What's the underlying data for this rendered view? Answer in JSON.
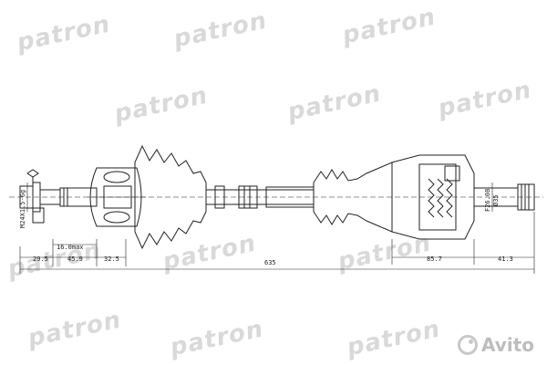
{
  "watermark": {
    "brand": "patron"
  },
  "drawing": {
    "dimensions": {
      "total_length": "635",
      "left_end": "29.5",
      "boot_left": "45.9",
      "boot_right": "32.5",
      "max_offset": "16.0max",
      "spline_left": "M24X1.5-6g",
      "spline_right_outer": "F26.08",
      "spline_right_inner": "Ø35",
      "right_joint": "85.7",
      "right_end": "41.3"
    }
  },
  "marketplace_badge": {
    "text": "Avito",
    "icon": "avito-logo-icon",
    "accent": "#c8c8c8"
  },
  "colors": {
    "line": "#222222",
    "watermark": "#d9d9d9"
  }
}
